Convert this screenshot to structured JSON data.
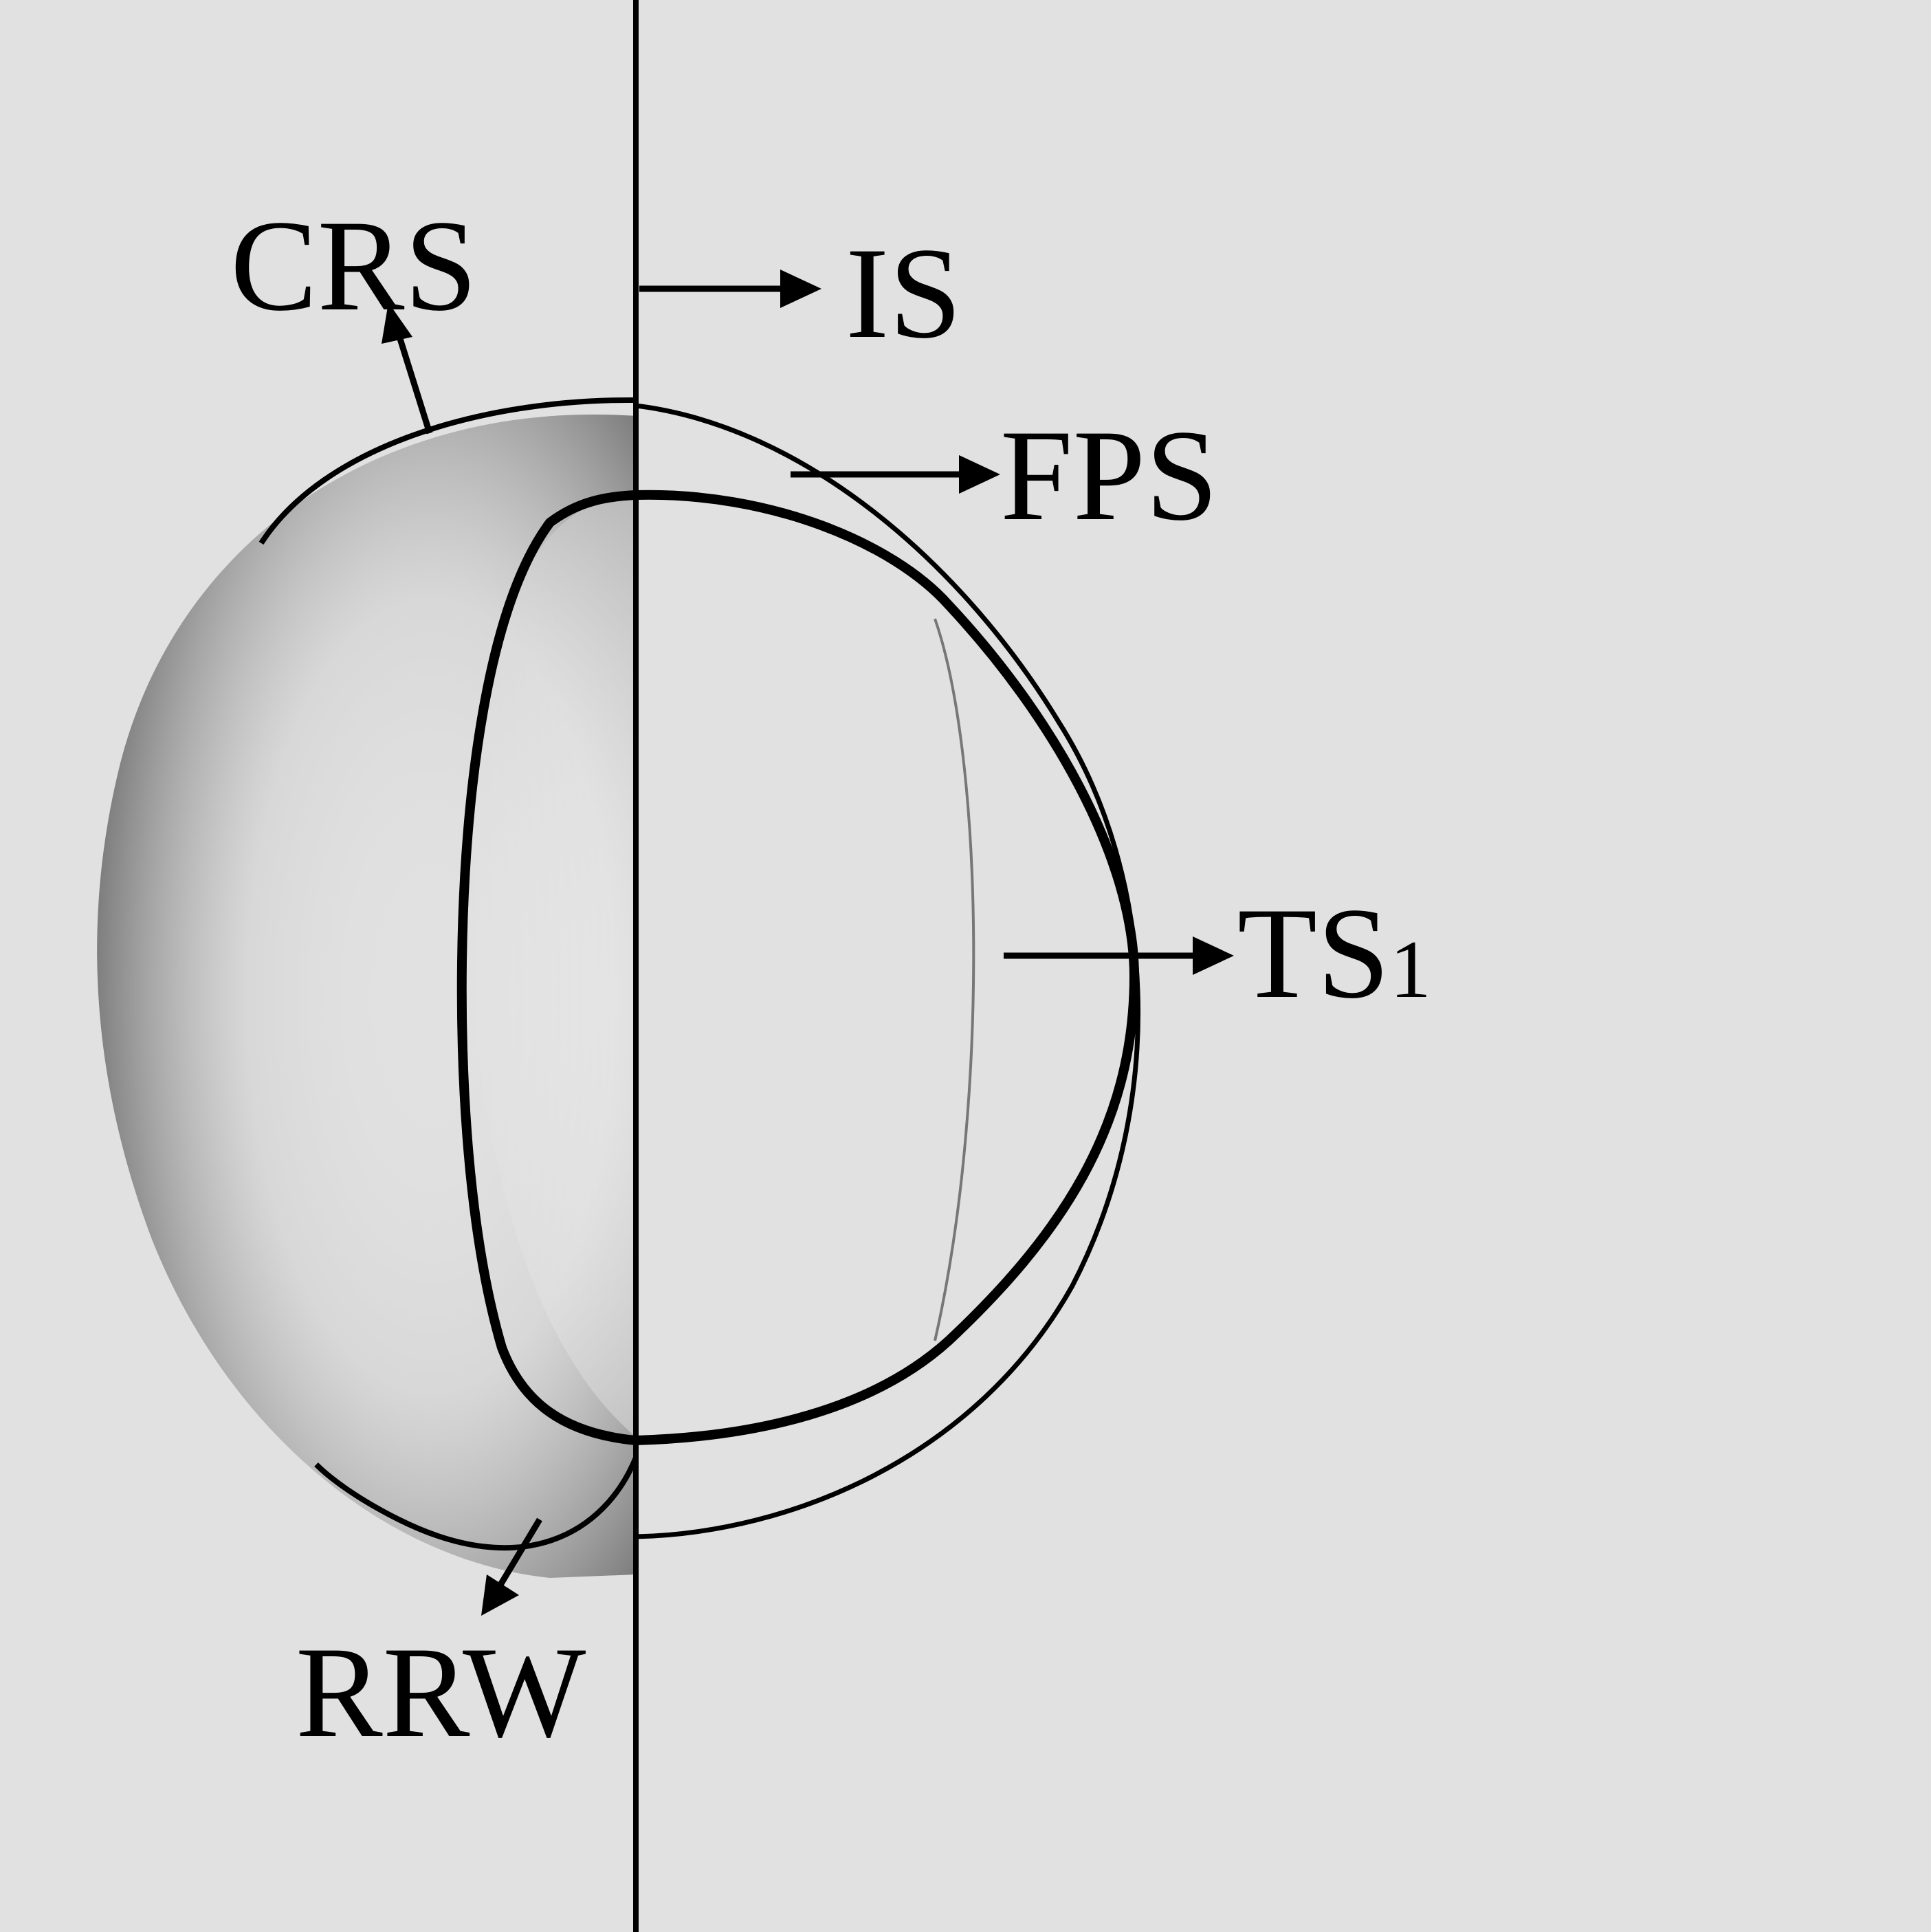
{
  "labels": {
    "crs": "CRS",
    "is": "IS",
    "fps": "FPS",
    "ts_main": "TS",
    "ts_sub": "1",
    "rrw": "RRW"
  },
  "colors": {
    "background": "#e1e1e1",
    "ink": "#000000",
    "refracted_shading": "#9a9a9a"
  }
}
